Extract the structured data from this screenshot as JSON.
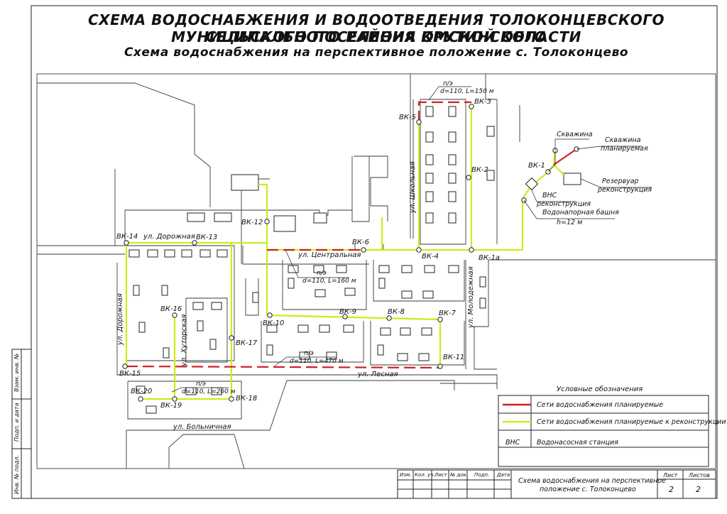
{
  "title": {
    "line1": "СХЕМА ВОДОСНАБЖЕНИЯ И ВОДООТВЕДЕНИЯ ТОЛОКОНЦЕВСКОГО СЕЛЬСКОГО ПОСЕЛЕНИЯ КРУТИНСКОГО",
    "line2": "МУНИЦИПАЛЬНОГО РАЙОНА ОМСКОЙ ОБЛАСТИ",
    "subtitle": "Схема водоснабжения на перспективное положение с. Толоконцево"
  },
  "colors": {
    "planned": "#d21f1f",
    "reconstruction": "#c8ee1a",
    "lines": "#333333"
  },
  "streets": {
    "dorozhnaya_h": "ул. Дорожная",
    "dorozhnaya_v": "ул. Дорожная",
    "tsentralnaya": "ул. Центральная",
    "shkolnaya": "ул. Школьная",
    "molodezhnaya": "ул. Молодежная",
    "lesnaya": "ул. Лесная",
    "khutorskaya": "ул. Хуторская",
    "bolnichnaya": "ул. Больничная"
  },
  "wells": {
    "vk1": "ВК-1",
    "vk1a": "ВК-1а",
    "vk2": "ВК-2",
    "vk3": "ВК-3",
    "vk4": "ВК-4",
    "vk5": "ВК-5",
    "vk6": "ВК-6",
    "vk7": "ВК-7",
    "vk8": "ВК-8",
    "vk9": "ВК-9",
    "vk10": "ВК-10",
    "vk11": "ВК-11",
    "vk12": "ВК-12",
    "vk13": "ВК-13",
    "vk14": "ВК-14",
    "vk15": "ВК-15",
    "vk16": "ВК-16",
    "vk17": "ВК-17",
    "vk18": "ВК-18",
    "vk19": "ВК-19",
    "vk20": "ВК-20"
  },
  "pipes": {
    "p1_type": "п/э",
    "p1_spec": "d=110, L=150 м",
    "p2_type": "п/э",
    "p2_spec": "d=110, L=160 м",
    "p3_type": "п/э",
    "p3_spec": "d=110, L=470 м",
    "p4_type": "п/э",
    "p4_spec": "d=110, L=260 м"
  },
  "facilities": {
    "well": "Скважина",
    "well_planned_1": "Скважина",
    "well_planned_2": "планируемая",
    "reservoir_1": "Резервуар",
    "reservoir_2": "реконструкция",
    "pump_1": "ВНС",
    "pump_2": "реконструкция",
    "tower_1": "Водонапорная башня",
    "tower_2": "h=12 м"
  },
  "legend": {
    "title": "Условные обозначения",
    "planned": "Сети водоснабжения планируемые",
    "reconstruction": "Сети водоснабжения планируемые к реконструкции",
    "pump_abbr": "ВНС",
    "pump": "Водонасосная станция"
  },
  "stamp": {
    "headers": [
      "Изм.",
      "Кол. уч.",
      "Лист",
      "№ док.",
      "Подп.",
      "Дата"
    ],
    "title_1": "Схема водоснабжения на перспективное",
    "title_2": "положение с. Толоконцево",
    "sheet_label": "Лист",
    "sheets_label": "Листов",
    "sheet": "2",
    "sheets": "2"
  },
  "side": {
    "vzam": "Взам. инв. №",
    "podp": "Подп. и дата",
    "inv": "Инв. № подл."
  }
}
